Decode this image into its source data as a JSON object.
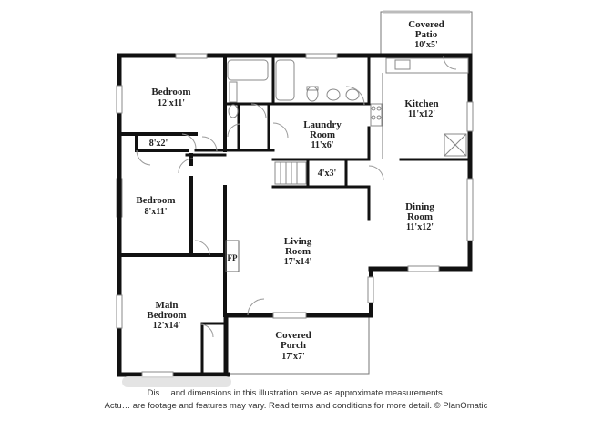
{
  "rooms": {
    "covered_patio": {
      "name": [
        "Covered",
        "Patio"
      ],
      "dim": "10'x5'"
    },
    "bedroom_1": {
      "name": [
        "Bedroom"
      ],
      "dim": "12'x11'"
    },
    "kitchen": {
      "name": [
        "Kitchen"
      ],
      "dim": "11'x12'"
    },
    "laundry": {
      "name": [
        "Laundry",
        "Room"
      ],
      "dim": "11'x6'"
    },
    "closet_8x2": {
      "name": [],
      "dim": "8'x2'"
    },
    "closet_4x3": {
      "name": [],
      "dim": "4'x3'"
    },
    "bedroom_2": {
      "name": [
        "Bedroom"
      ],
      "dim": "8'x11'"
    },
    "dining": {
      "name": [
        "Dining",
        "Room"
      ],
      "dim": "11'x12'"
    },
    "living": {
      "name": [
        "Living",
        "Room"
      ],
      "dim": "17'x14'"
    },
    "fireplace": {
      "name": [
        "FP"
      ],
      "dim": ""
    },
    "main_bedroom": {
      "name": [
        "Main",
        "Bedroom"
      ],
      "dim": "12'x14'"
    },
    "covered_porch": {
      "name": [
        "Covered",
        "Porch"
      ],
      "dim": "17'x7'"
    }
  },
  "disclaimer": {
    "line1": "Dis… and dimensions in this illustration serve as approximate measurements.",
    "line2": "Actu… are footage and features may vary. Read terms and conditions for more detail. © PlanOmatic"
  }
}
